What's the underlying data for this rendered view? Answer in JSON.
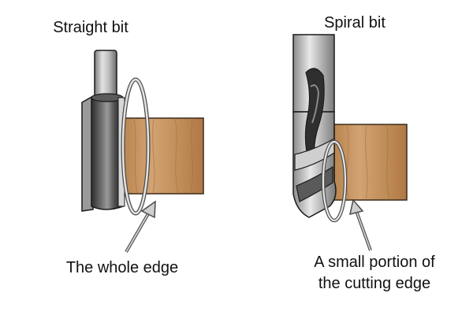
{
  "labels": {
    "straight": "Straight bit",
    "spiral": "Spiral bit",
    "whole_edge": "The whole edge",
    "small_portion_line1": "A small portion of",
    "small_portion_line2": "the cutting edge"
  },
  "colors": {
    "wood_light": "#c99a6a",
    "wood_dark": "#a8713f",
    "metal_light": "#e6e6e6",
    "metal_mid": "#a9a9a9",
    "metal_dark": "#3a3a3a",
    "ring_stroke": "#6a6a6a",
    "outline": "#1a1a1a"
  }
}
